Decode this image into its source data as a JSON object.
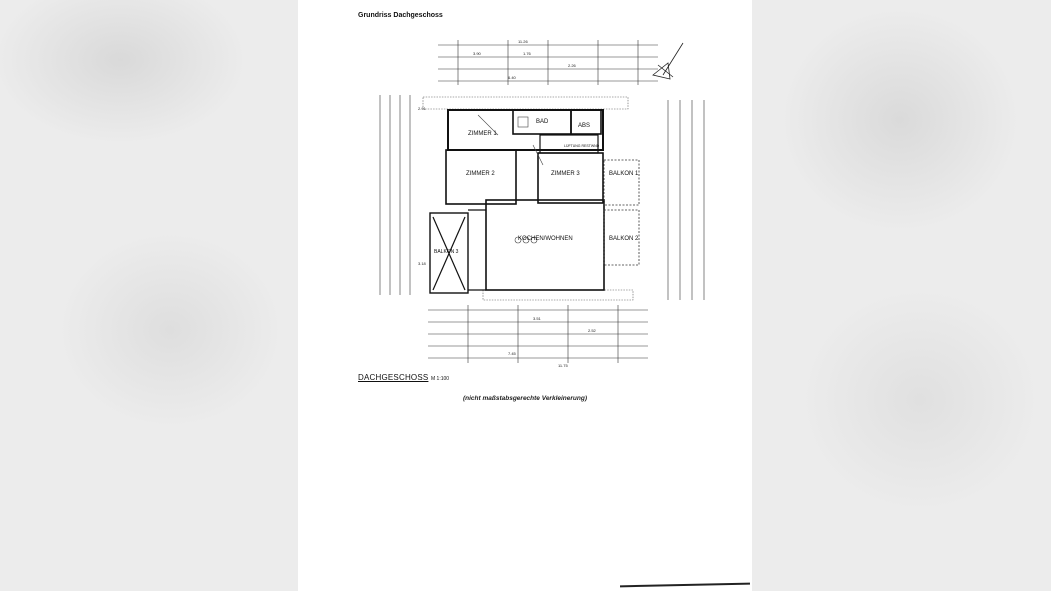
{
  "document": {
    "title": "Grundriss Dachgeschoss",
    "plan_title": "DACHGESCHOSS",
    "plan_scale": "M 1:100",
    "caption": "(nicht maßstabsgerechte Verkleinerung)"
  },
  "rooms": {
    "zimmer1": "ZIMMER 1",
    "zimmer2": "ZIMMER 2",
    "zimmer3": "ZIMMER 3",
    "bad": "BAD",
    "abs": "ABS",
    "abstellraum": "LÜFTUNG RESTWND",
    "wohnen": "KOCHEN/WOHNEN",
    "balkon1": "BALKON 1",
    "balkon2": "BALKON 2",
    "balkon3": "BALKON 3"
  },
  "dimensions": {
    "top_total": "11.26",
    "top_a": "3.90",
    "top_b": "1.76",
    "top_c": "2.26",
    "top_d": "6.40",
    "bottom_total": "11.75",
    "bottom_a": "3.51",
    "bottom_b": "2.52",
    "bottom_c": "7.45",
    "side_a": "2.91",
    "side_b": "3.18"
  }
}
